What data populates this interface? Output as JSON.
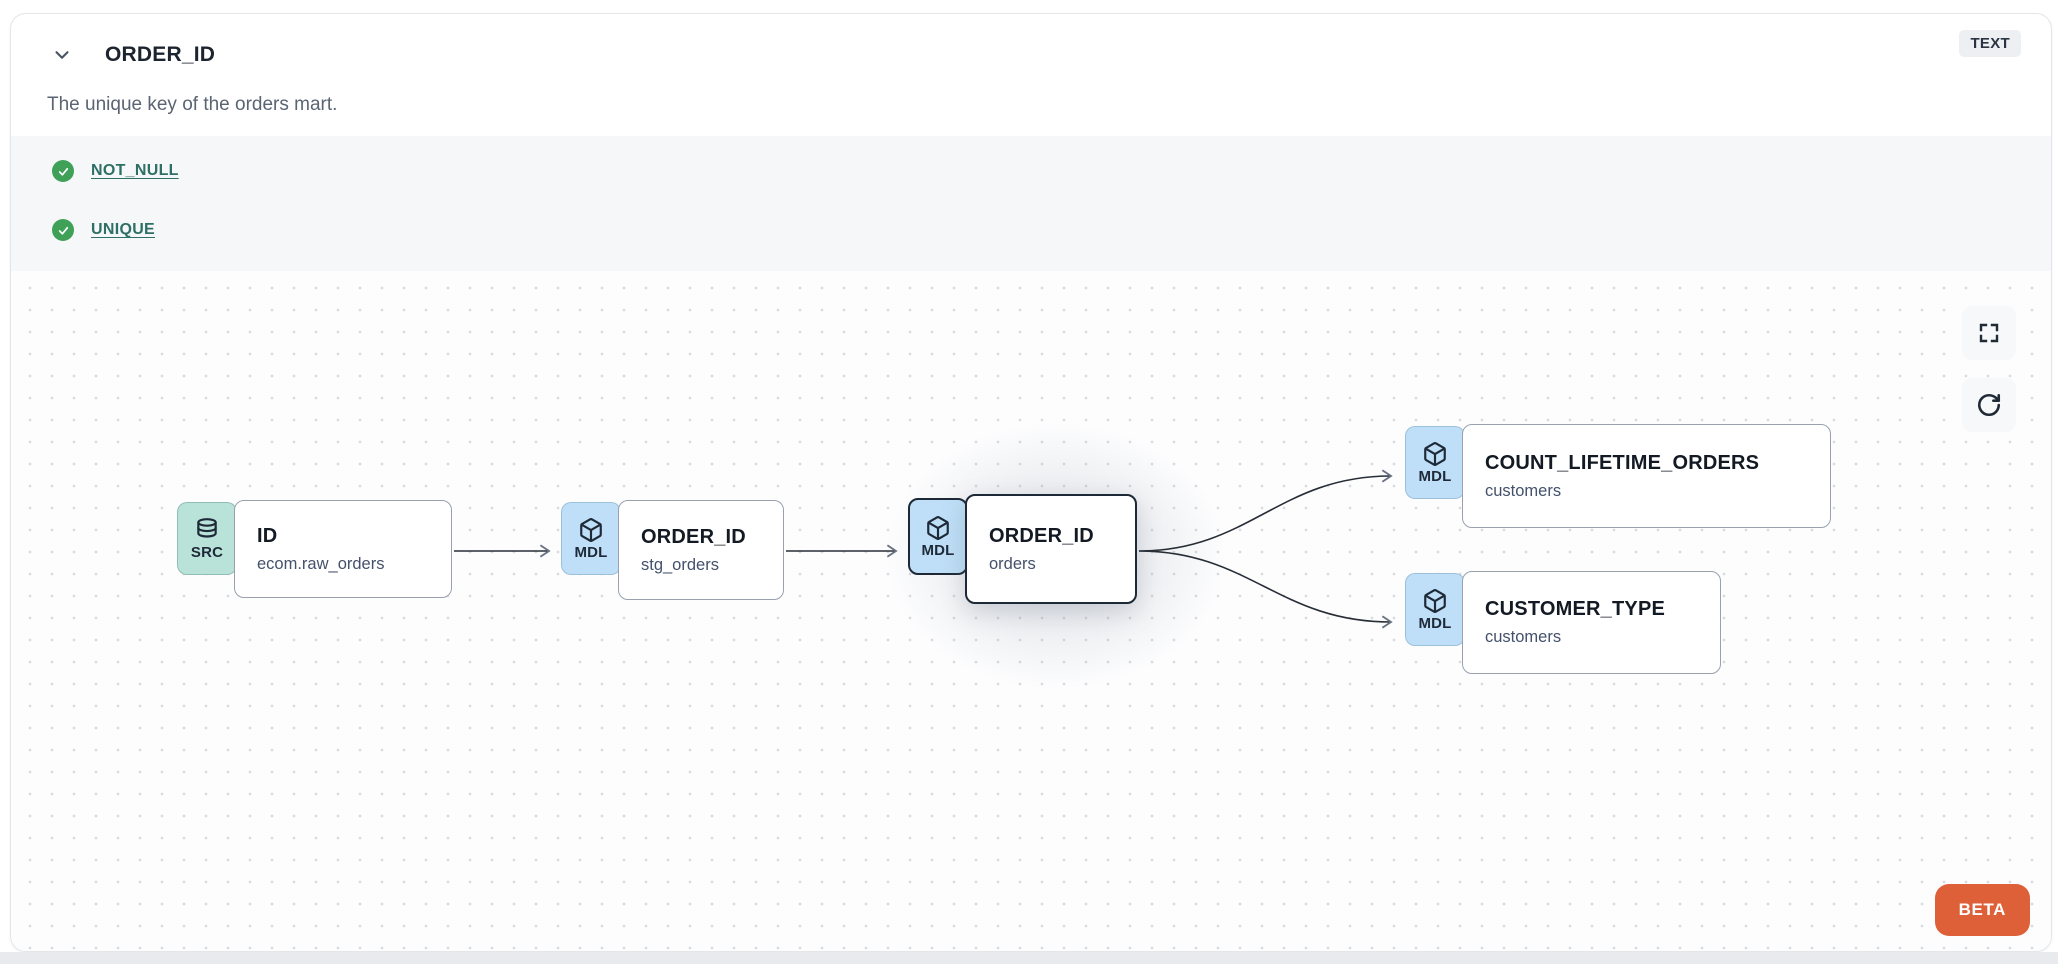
{
  "header": {
    "title": "ORDER_ID",
    "description": "The unique key of the orders mart.",
    "type_badge": "TEXT",
    "collapse_icon": "chevron-down-icon"
  },
  "tests": [
    {
      "label": "NOT_NULL",
      "status": "passed",
      "icon": "check-circle-icon"
    },
    {
      "label": "UNIQUE",
      "status": "passed",
      "icon": "check-circle-icon"
    }
  ],
  "lineage": {
    "nodes": [
      {
        "badge": "SRC",
        "icon": "database-icon",
        "title": "ID",
        "subtitle": "ecom.raw_orders",
        "selected": false
      },
      {
        "badge": "MDL",
        "icon": "cube-icon",
        "title": "ORDER_ID",
        "subtitle": "stg_orders",
        "selected": false
      },
      {
        "badge": "MDL",
        "icon": "cube-icon",
        "title": "ORDER_ID",
        "subtitle": "orders",
        "selected": true
      },
      {
        "badge": "MDL",
        "icon": "cube-icon",
        "title": "COUNT_LIFETIME_ORDERS",
        "subtitle": "customers",
        "selected": false
      },
      {
        "badge": "MDL",
        "icon": "cube-icon",
        "title": "CUSTOMER_TYPE",
        "subtitle": "customers",
        "selected": false
      }
    ],
    "edges": [
      {
        "source": 0,
        "target": 1
      },
      {
        "source": 1,
        "target": 2
      },
      {
        "source": 2,
        "target": 3
      },
      {
        "source": 2,
        "target": 4
      }
    ],
    "controls": [
      {
        "name": "fullscreen",
        "icon": "fullscreen-icon"
      },
      {
        "name": "refresh",
        "icon": "refresh-icon"
      }
    ]
  },
  "beta_label": "BETA",
  "colors": {
    "link_teal": "#2e6f66",
    "check_green": "#3fa158",
    "tests_bg": "#f6f7f9",
    "badge_source_bg": "#b9e2d9",
    "badge_model_bg": "#bedff7",
    "card_border": "#98a1ac",
    "selected_border": "#1d2936",
    "edge_color": "#272e36",
    "beta_bg": "#de6038"
  }
}
